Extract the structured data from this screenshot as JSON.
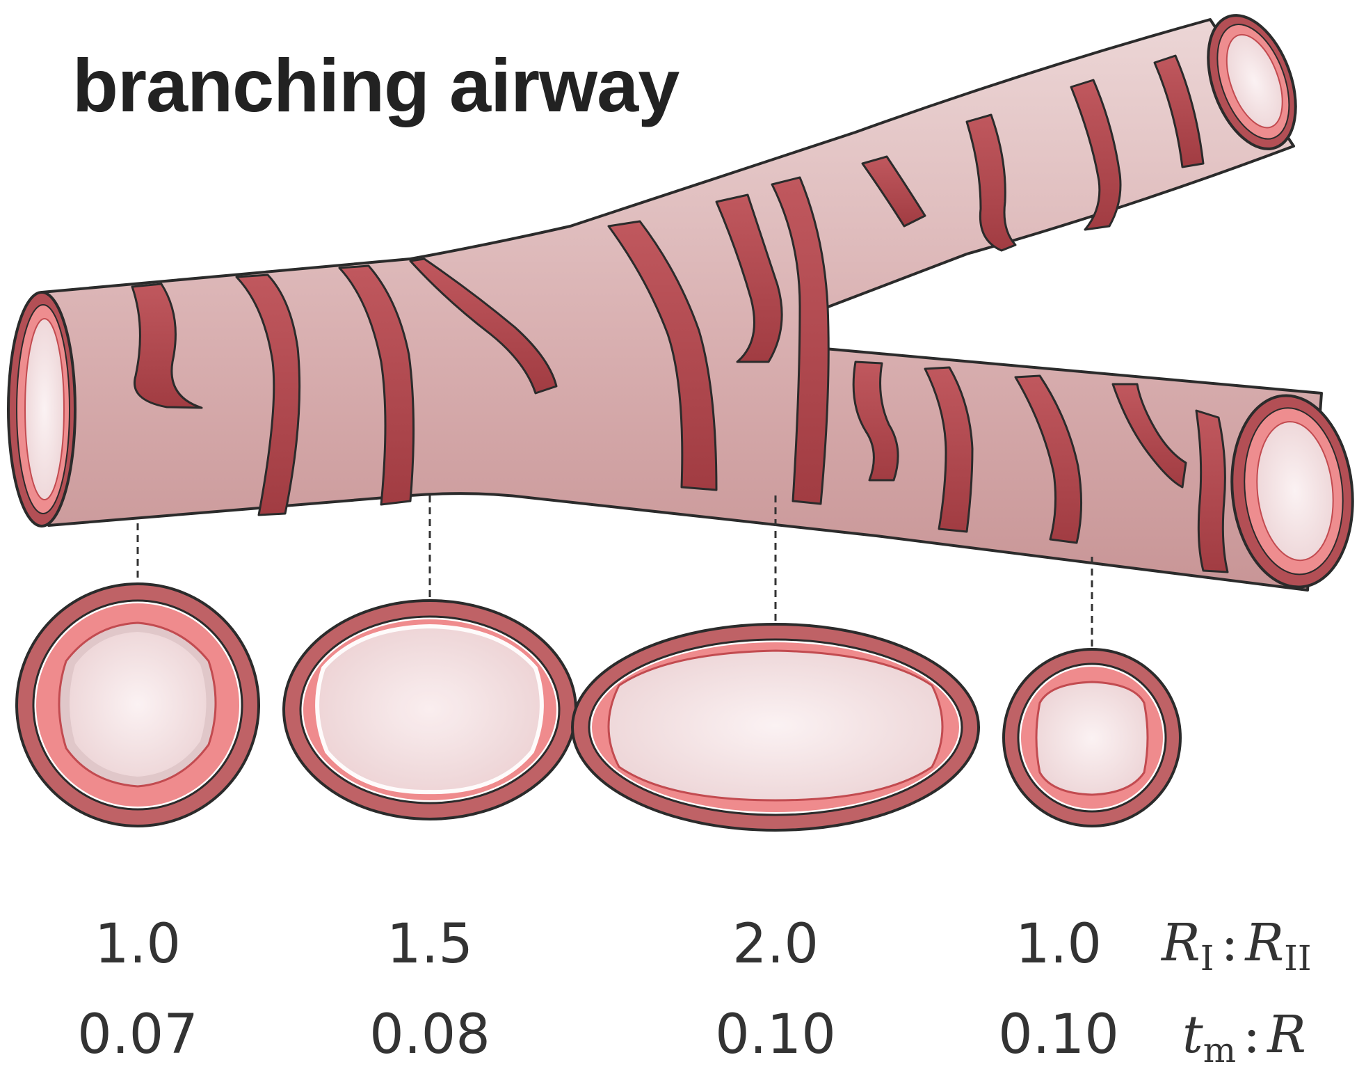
{
  "title": "branching airway",
  "colors": {
    "tissue": "#c96b70",
    "tissue_dark": "#a63f45",
    "wall_light": "#dcb4b5",
    "wall_top": "#ead2d2",
    "mucosa": "#ef8a8c",
    "lumen": "#f5e6e7",
    "outline": "#2b2b2b"
  },
  "sections": [
    {
      "ratio_radius": "1.0",
      "ratio_thickness": "0.07",
      "shape": "circle"
    },
    {
      "ratio_radius": "1.5",
      "ratio_thickness": "0.08",
      "shape": "ellipse"
    },
    {
      "ratio_radius": "2.0",
      "ratio_thickness": "0.10",
      "shape": "ellipse"
    },
    {
      "ratio_radius": "1.0",
      "ratio_thickness": "0.10",
      "shape": "circle"
    }
  ],
  "row_labels": {
    "radius_ratio": {
      "var1": "R",
      "sub1": "I",
      "sep": ":",
      "var2": "R",
      "sub2": "II"
    },
    "thickness_ratio": {
      "var1": "t",
      "sub1": "m",
      "sep": ":",
      "var2": "R"
    }
  }
}
